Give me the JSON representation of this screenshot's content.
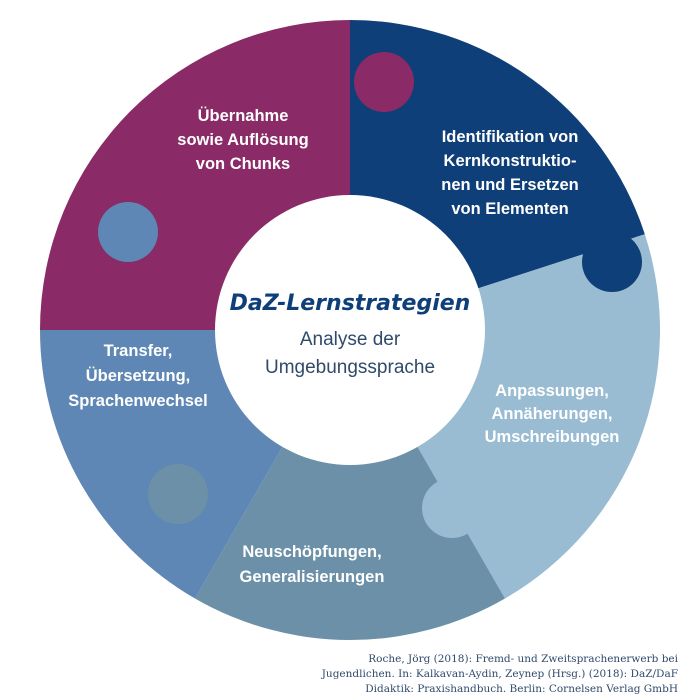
{
  "segments": [
    {
      "id": "top-left",
      "color": "#8a2a66",
      "label": [
        "Übernahme",
        "sowie Auflösung",
        "von Chunks"
      ]
    },
    {
      "id": "top-right",
      "color": "#0f3f78",
      "label": [
        "Identifikation von",
        "Kernkonstruktio-",
        "nen und Ersetzen",
        "von Elementen"
      ]
    },
    {
      "id": "right",
      "color": "#99bcd2",
      "label": [
        "Anpassungen,",
        "Annäherungen,",
        "Umschreibungen"
      ]
    },
    {
      "id": "bottom",
      "color": "#6b90a8",
      "label": [
        "Neuschöpfungen,",
        "Generalisierungen"
      ]
    },
    {
      "id": "left",
      "color": "#5e87b5",
      "label": [
        "Transfer,",
        "Übersetzung,",
        "Sprachenwechsel"
      ]
    }
  ],
  "center": {
    "title": "DaZ-Lernstrategien",
    "subtitle": [
      "Analyse der",
      "Umgebungssprache"
    ]
  },
  "citation": [
    "Roche, Jörg (2018): Fremd- und Zweitsprachenerwerb bei",
    "Jugendlichen. In: Kalkavan-Aydin, Zeynep (Hrsg.) (2018): DaZ/DaF",
    "Didaktik: Praxishandbuch. Berlin: Cornelsen Verlag GmbH"
  ]
}
